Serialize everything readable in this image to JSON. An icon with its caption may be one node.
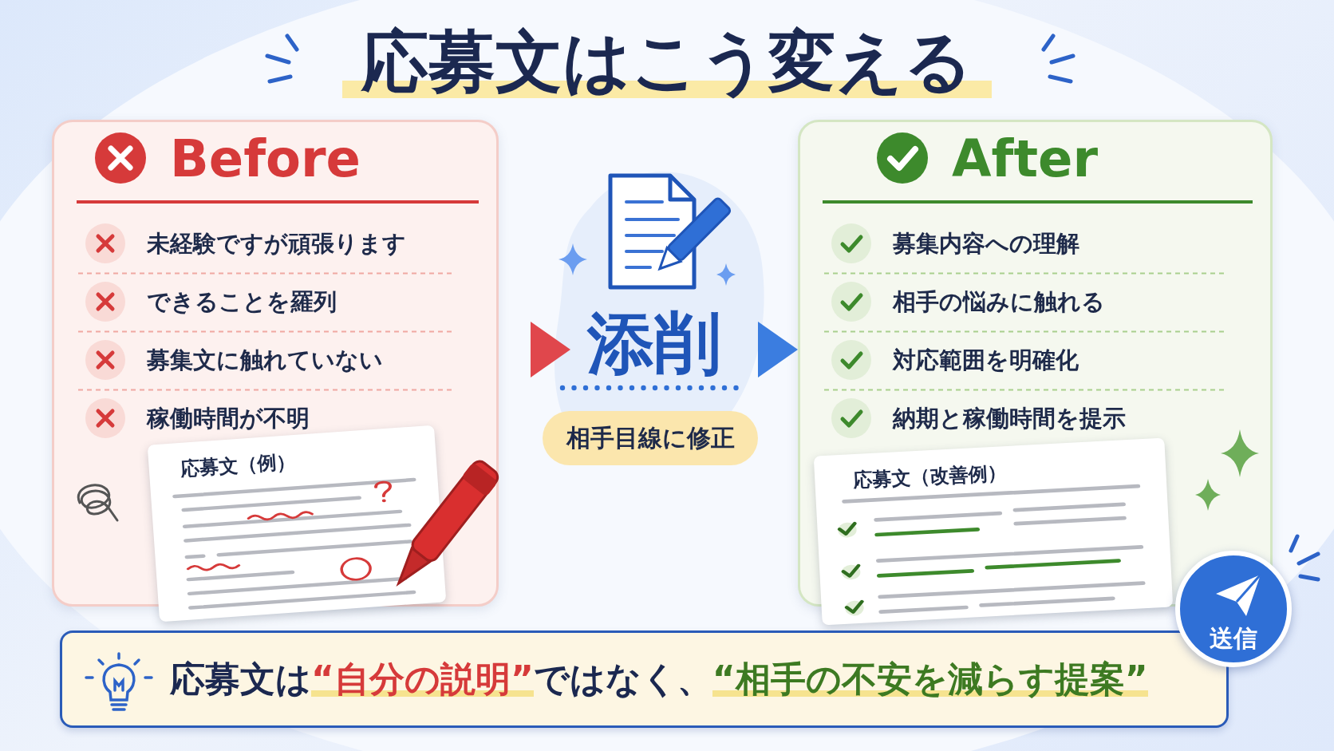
{
  "diagram": {
    "title": "応募文はこう変える",
    "nodes": [
      {
        "text": [
          "Before",
          "未経験ですが頑張ります",
          "できることを羅列",
          "募集文に触れていない",
          "稼働時間が不明"
        ]
      },
      {
        "text": [
          "応募文（例）"
        ]
      },
      {
        "text": [
          "添削"
        ]
      },
      {
        "text": [
          "相手目線に修正"
        ]
      },
      {
        "text": [
          "After",
          "募集内容への理解",
          "相手の悩みに触れる",
          "対応範囲を明確化",
          "納期と稼働時間を提示"
        ]
      },
      {
        "text": [
          "応募文（改善例）"
        ]
      },
      {
        "text": [
          "送信"
        ]
      },
      {
        "text": [
          "応募文は“自分の説明”ではなく、“相手の不安を減らす提案”"
        ]
      }
    ],
    "edges": [
      {
        "from": 0,
        "to": 2,
        "arrow": "to",
        "color": "#e0474c"
      },
      {
        "from": 2,
        "to": 4,
        "arrow": "to",
        "color": "#3b7de0"
      }
    ]
  }
}
